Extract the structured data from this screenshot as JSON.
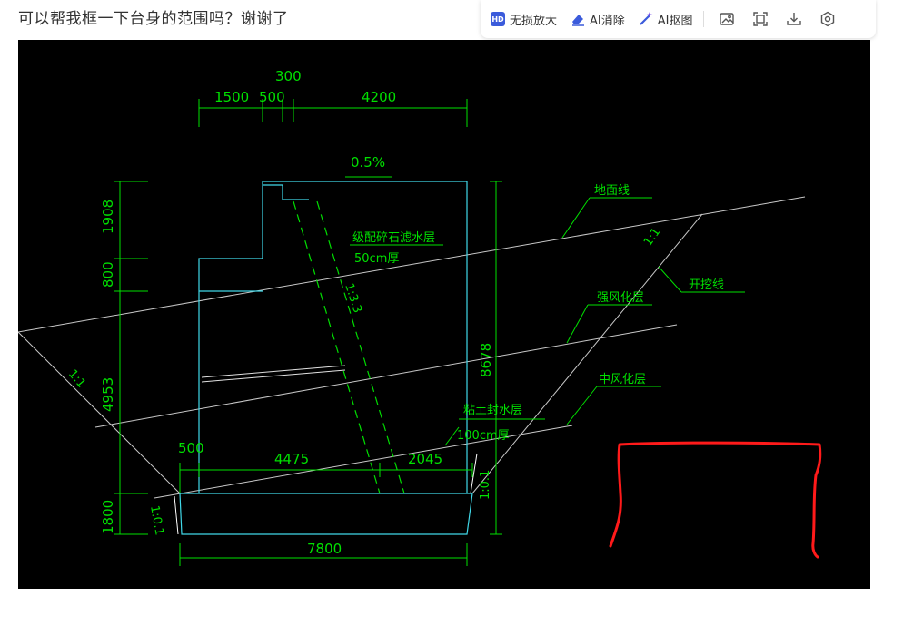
{
  "question": {
    "title": "可以帮我框一下台身的范围吗？谢谢了"
  },
  "toolbar": {
    "items": [
      {
        "label": "无损放大",
        "icon": "hd-icon"
      },
      {
        "label": "AI消除",
        "icon": "eraser-icon"
      },
      {
        "label": "AI抠图",
        "icon": "magic-wand-icon"
      }
    ],
    "icons": [
      "image-edit-icon",
      "crop-icon",
      "download-icon",
      "settings-icon"
    ]
  },
  "drawing": {
    "dims_top": {
      "d1500": "1500",
      "d500": "500",
      "d300": "300",
      "d4200": "4200"
    },
    "slope": "0.5%",
    "dims_left": {
      "d1908": "1908",
      "d800": "800",
      "d4953": "4953",
      "d1800": "1800"
    },
    "dim_right": "8678",
    "dims_bottom": {
      "d500": "500",
      "d4475": "4475",
      "d2045": "2045",
      "d7800": "7800"
    },
    "labels": {
      "ground_line": "地面线",
      "filter_layer": "级配碎石滤水层",
      "filter_thickness": "50cm厚",
      "ratio_133": "1:3.3",
      "strong_weathered": "强风化层",
      "excavation_line": "开挖线",
      "medium_weathered": "中风化层",
      "clay_layer": "粘土封水层",
      "clay_thickness": "100cm厚",
      "slope_11_left": "1:1",
      "slope_11_right": "1:1",
      "slope_101_left": "1:0.1",
      "slope_101_right": "1:0.1"
    },
    "colors": {
      "dim": "#00e000",
      "structure": "#40d8e8",
      "ground": "#c8c8c8",
      "annotation": "#ff1a1a"
    }
  }
}
